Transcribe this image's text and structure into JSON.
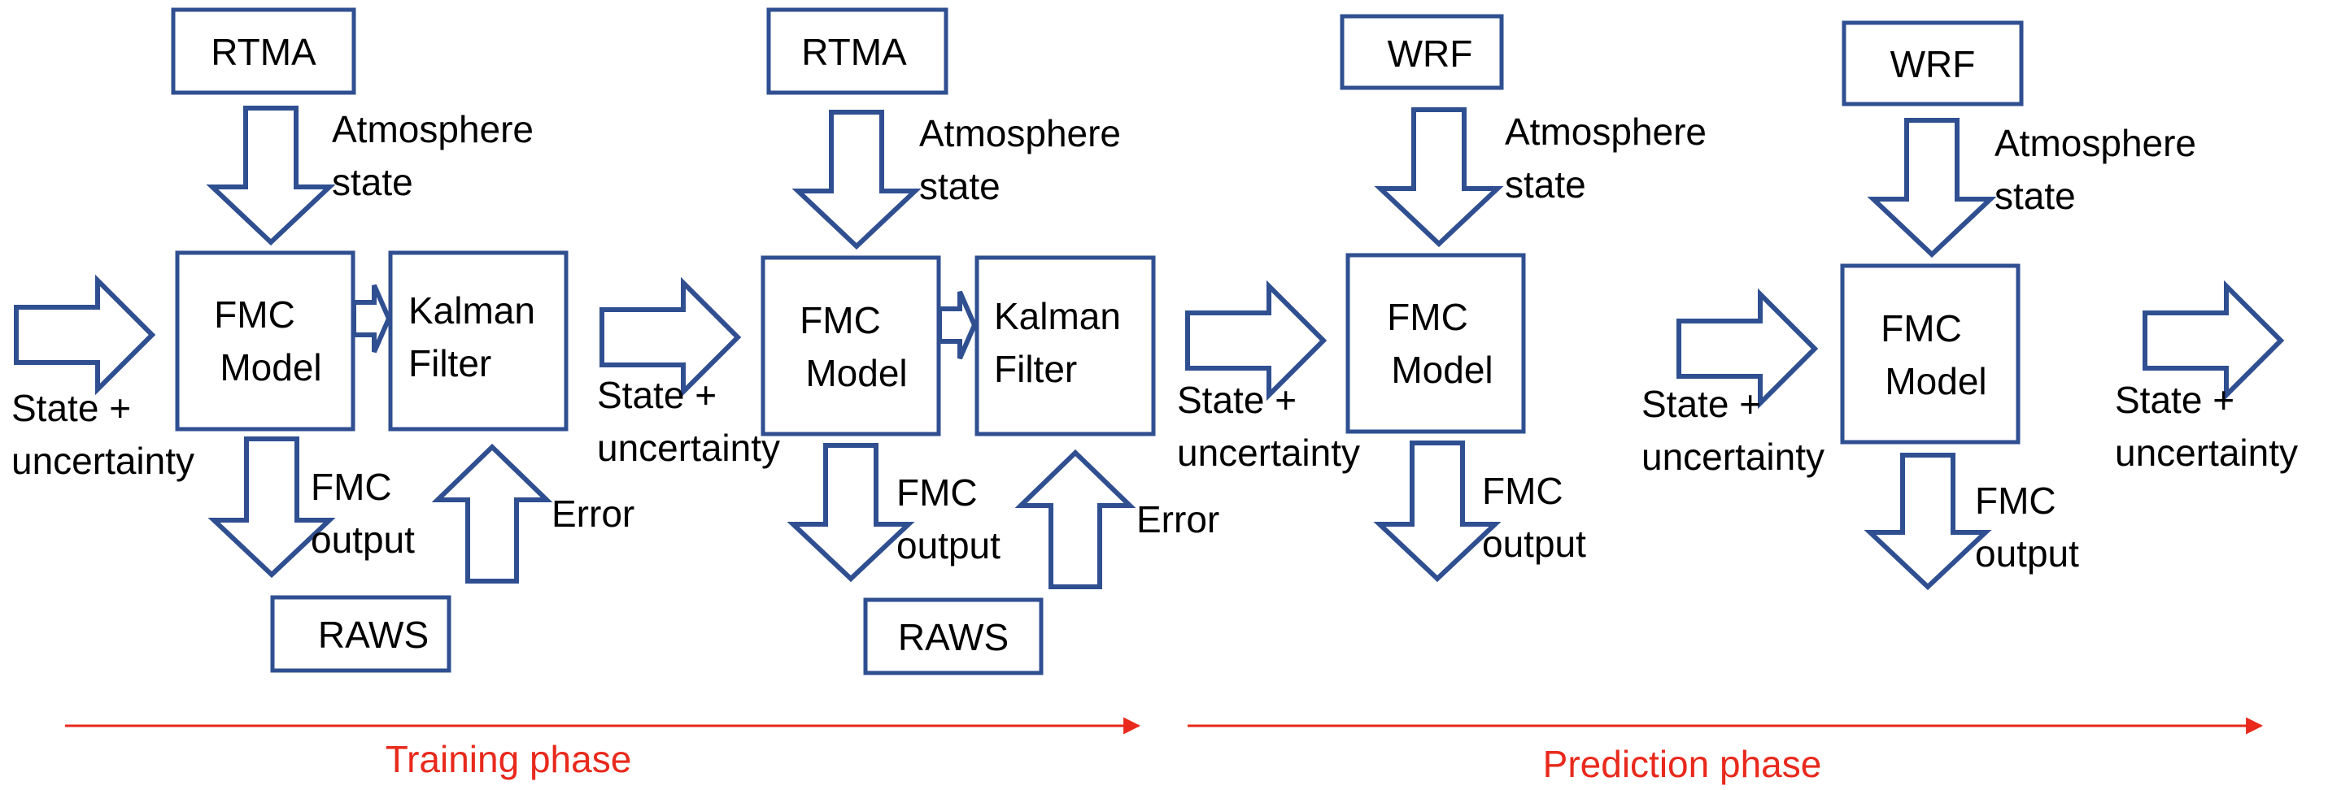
{
  "colors": {
    "box_stroke": "#2f4f91",
    "phase_line": "#e8291c"
  },
  "stages": [
    {
      "source": "RTMA",
      "atmosphere": [
        "Atmosphere",
        "state"
      ],
      "model": [
        "FMC",
        "Model"
      ],
      "filter": [
        "Kalman",
        "Filter"
      ],
      "output": [
        "FMC",
        "output"
      ],
      "error": "Error",
      "obs": "RAWS"
    },
    {
      "source": "RTMA",
      "atmosphere": [
        "Atmosphere",
        "state"
      ],
      "model": [
        "FMC",
        "Model"
      ],
      "filter": [
        "Kalman",
        "Filter"
      ],
      "output": [
        "FMC",
        "output"
      ],
      "error": "Error",
      "obs": "RAWS"
    },
    {
      "source": "WRF",
      "atmosphere": [
        "Atmosphere",
        "state"
      ],
      "model": [
        "FMC",
        "Model"
      ],
      "output": [
        "FMC",
        "output"
      ]
    },
    {
      "source": "WRF",
      "atmosphere": [
        "Atmosphere",
        "state"
      ],
      "model": [
        "FMC",
        "Model"
      ],
      "output": [
        "FMC",
        "output"
      ]
    }
  ],
  "transitions": [
    [
      "State +",
      "uncertainty"
    ],
    [
      "State +",
      "uncertainty"
    ],
    [
      "State +",
      "uncertainty"
    ],
    [
      "State +",
      "uncertainty"
    ],
    [
      "State +",
      "uncertainty"
    ]
  ],
  "phases": {
    "training": "Training phase",
    "prediction": "Prediction phase"
  }
}
